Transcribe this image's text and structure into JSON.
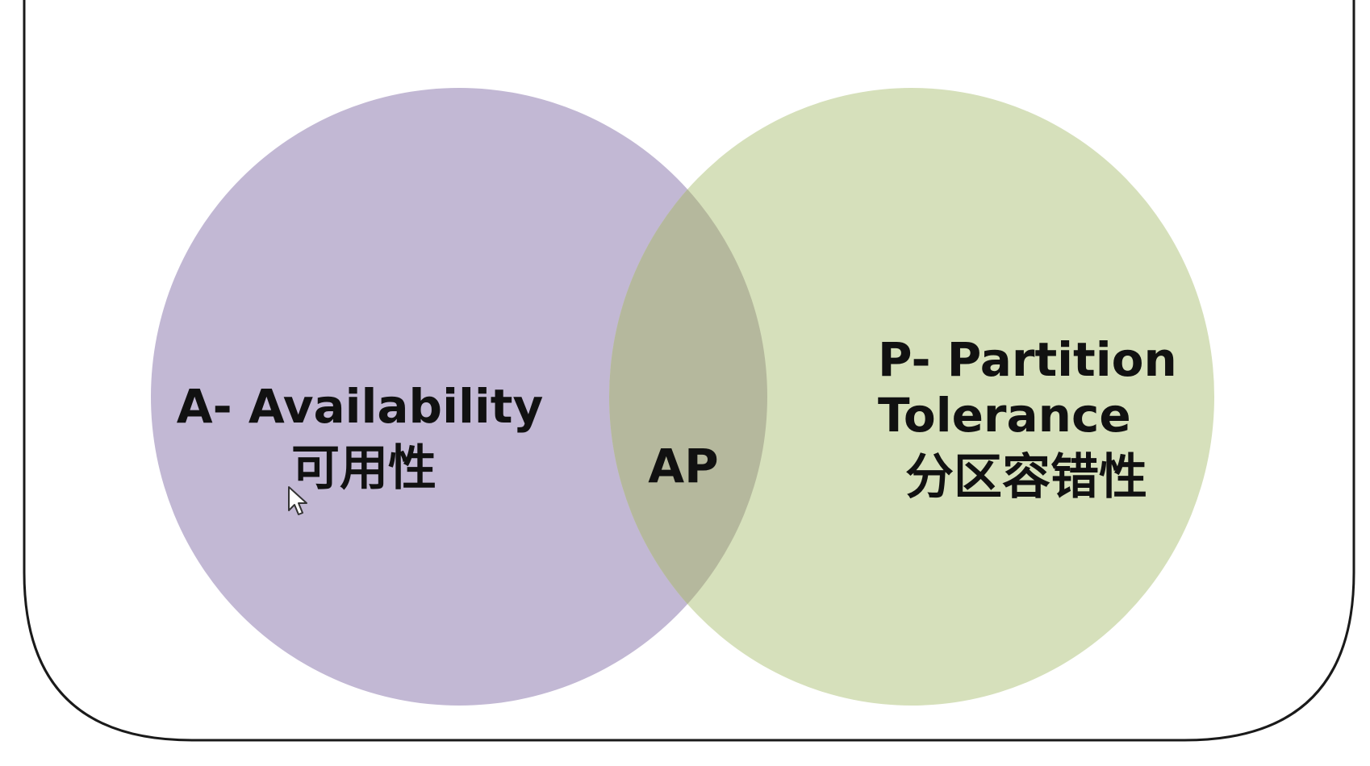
{
  "diagram": {
    "type": "venn",
    "sets": [
      {
        "name": "availability",
        "label": "A- Availability",
        "sublabel": "可用性",
        "color": "#c2b8d4"
      },
      {
        "name": "partition-tolerance",
        "label_line1": "P- Partition",
        "label_line2": "Tolerance",
        "sublabel": "分区容错性",
        "color": "#d6e0bb"
      }
    ],
    "overlap": {
      "label": "AP",
      "color": "#b5b89d"
    },
    "frame_color": "#1a1a1a"
  }
}
